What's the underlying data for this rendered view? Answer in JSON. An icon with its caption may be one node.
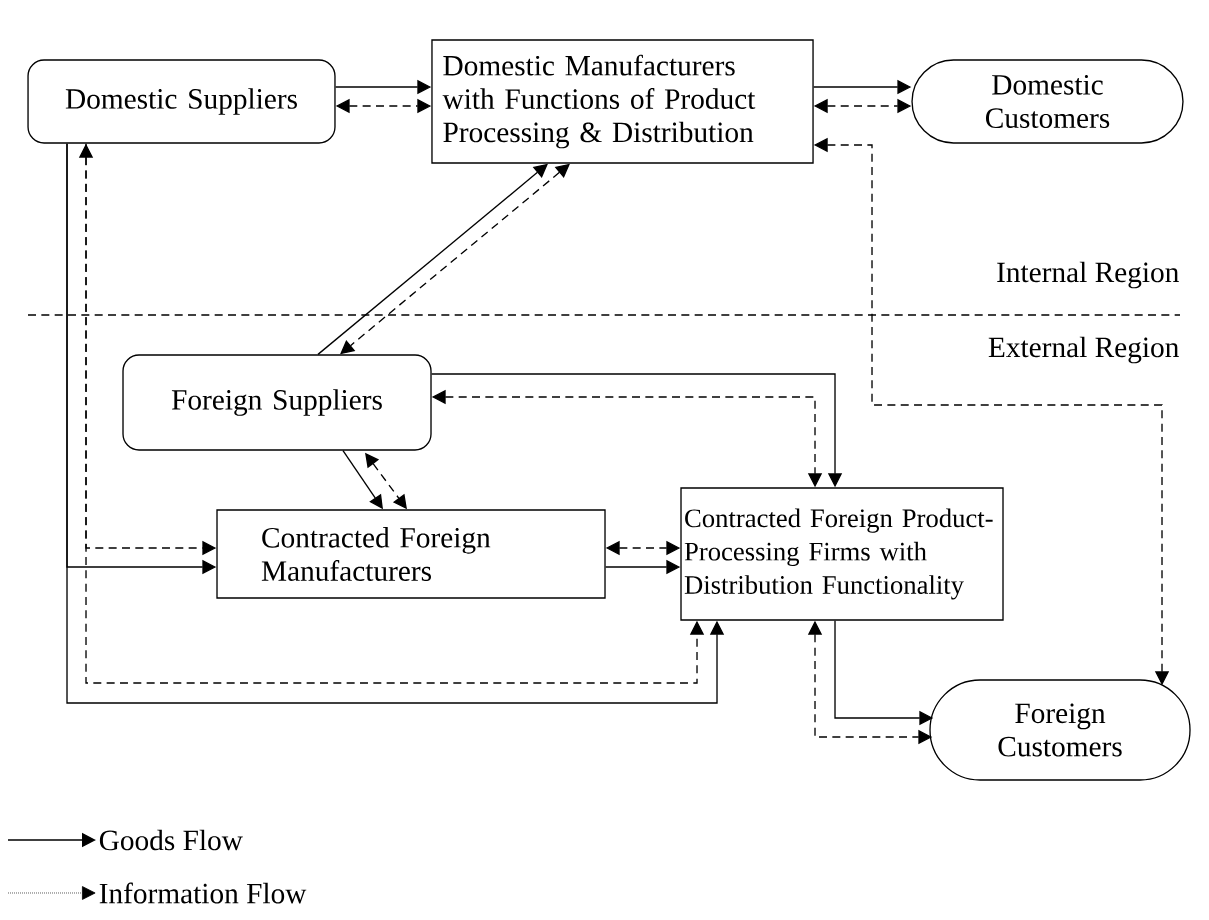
{
  "diagram": {
    "nodes": [
      {
        "text": [
          "Domestic Suppliers"
        ]
      },
      {
        "text": [
          "Domestic Manufacturers with Functions of Product Processing & Distribution"
        ]
      },
      {
        "text": [
          "Domestic Customers"
        ]
      },
      {
        "text": [
          "Foreign Suppliers"
        ]
      },
      {
        "text": [
          "Contracted Foreign Manufacturers"
        ]
      },
      {
        "text": [
          "Contracted Foreign Product-Processing Firms with Distribution Functionality"
        ]
      },
      {
        "text": [
          "Foreign Customers"
        ]
      }
    ],
    "edges": [
      {
        "from": 0,
        "to": 1,
        "arrow": "to"
      },
      {
        "from": 0,
        "to": 1,
        "arrow": "both",
        "style": "dashed"
      },
      {
        "from": 1,
        "to": 2,
        "arrow": "to"
      },
      {
        "from": 1,
        "to": 2,
        "arrow": "both",
        "style": "dashed"
      },
      {
        "from": 1,
        "to": 6,
        "arrow": "both",
        "style": "dashed"
      },
      {
        "from": 3,
        "to": 1,
        "arrow": "to"
      },
      {
        "from": 1,
        "to": 3,
        "arrow": "both",
        "style": "dashed"
      },
      {
        "from": 3,
        "to": 5,
        "arrow": "to"
      },
      {
        "from": 3,
        "to": 5,
        "arrow": "both",
        "style": "dashed"
      },
      {
        "from": 3,
        "to": 4,
        "arrow": "to"
      },
      {
        "from": 3,
        "to": 4,
        "arrow": "both",
        "style": "dashed"
      },
      {
        "from": 0,
        "to": 4,
        "arrow": "to"
      },
      {
        "from": 0,
        "to": 5,
        "arrow": "to"
      },
      {
        "from": 0,
        "to": 4,
        "arrow": "both",
        "style": "dashed"
      },
      {
        "from": 0,
        "to": 5,
        "arrow": "to",
        "style": "dashed"
      },
      {
        "from": 4,
        "to": 5,
        "arrow": "both",
        "style": "dashed"
      },
      {
        "from": 4,
        "to": 5,
        "arrow": "to"
      },
      {
        "from": 5,
        "to": 6,
        "arrow": "to"
      },
      {
        "from": 5,
        "to": 6,
        "arrow": "both",
        "style": "dashed"
      }
    ],
    "labels": [
      "Internal Region",
      "External Region"
    ],
    "legend": [
      {
        "text": "Goods Flow"
      },
      {
        "text": "Information Flow"
      }
    ]
  }
}
